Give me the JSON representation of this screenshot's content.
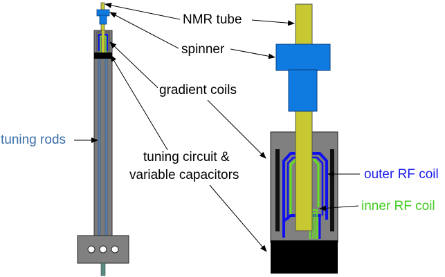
{
  "labels": {
    "nmr_tube": "NMR tube",
    "spinner": "spinner",
    "gradient_coils": "gradient coils",
    "tuning_rods": "tuning rods",
    "tuning_circuit_line1": "tuning circuit &",
    "tuning_circuit_line2": "variable capacitors",
    "outer_rf_coil": "outer RF coil",
    "inner_rf_coil": "inner RF coil"
  },
  "colors": {
    "tube": "#c8c832",
    "spinner": "#0f7ae0",
    "probe_body": "#808080",
    "outer_coil": "#1010ee",
    "inner_coil": "#66e020",
    "tuning_rods_text": "#3a6ea8",
    "outer_coil_text": "#1a1aee",
    "inner_coil_text": "#44cc22",
    "base": "#000000",
    "label_text": "#000000"
  }
}
